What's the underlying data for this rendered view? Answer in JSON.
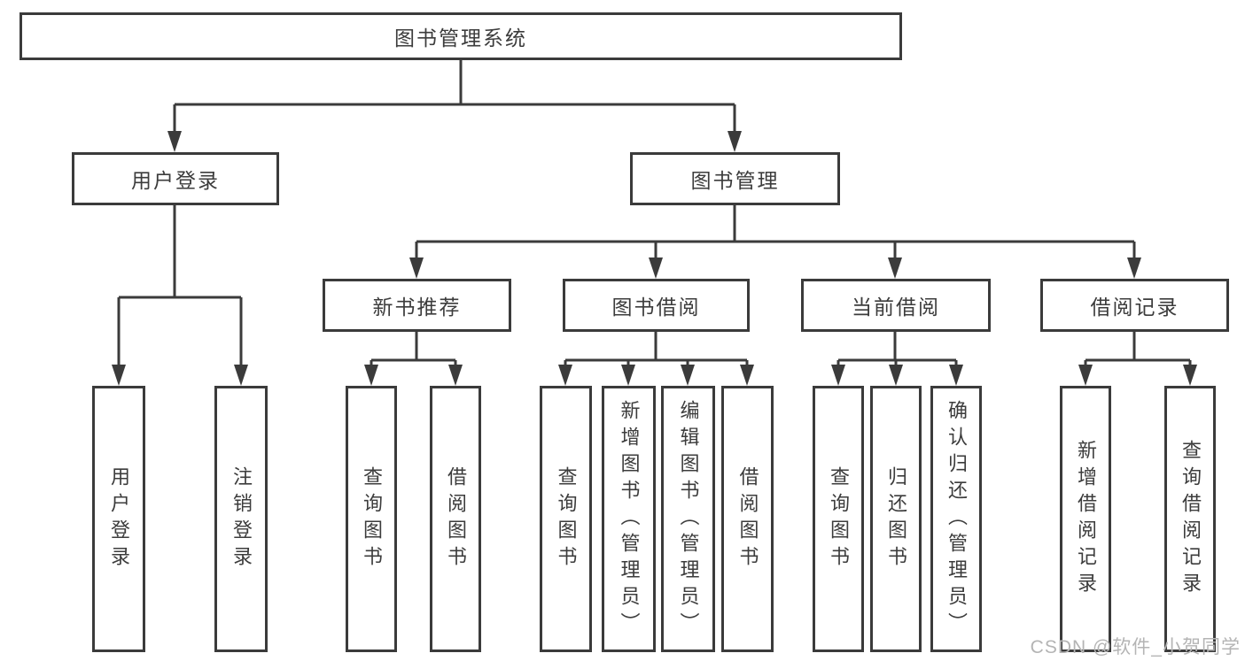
{
  "diagram": {
    "root": {
      "label": "图书管理系统"
    },
    "branches": [
      {
        "label": "用户登录",
        "leaves": [
          {
            "label": "用户登录"
          },
          {
            "label": "注销登录"
          }
        ]
      },
      {
        "label": "图书管理",
        "groups": [
          {
            "label": "新书推荐",
            "leaves": [
              {
                "label": "查询图书"
              },
              {
                "label": "借阅图书"
              }
            ]
          },
          {
            "label": "图书借阅",
            "leaves": [
              {
                "label": "查询图书"
              },
              {
                "label": "新增图书（管理员）"
              },
              {
                "label": "编辑图书（管理员）"
              },
              {
                "label": "借阅图书"
              }
            ]
          },
          {
            "label": "当前借阅",
            "leaves": [
              {
                "label": "查询图书"
              },
              {
                "label": "归还图书"
              },
              {
                "label": "确认归还（管理员）"
              }
            ]
          },
          {
            "label": "借阅记录",
            "leaves": [
              {
                "label": "新增借阅记录"
              },
              {
                "label": "查询借阅记录"
              }
            ]
          }
        ]
      }
    ]
  },
  "watermark": {
    "text": "CSDN @软件_小贺同学"
  },
  "colors": {
    "line": "#3b3b3b",
    "box_border": "#3b3b3b",
    "text": "#3c3c3c",
    "watermark": "#b4b4b4",
    "background": "#ffffff"
  }
}
